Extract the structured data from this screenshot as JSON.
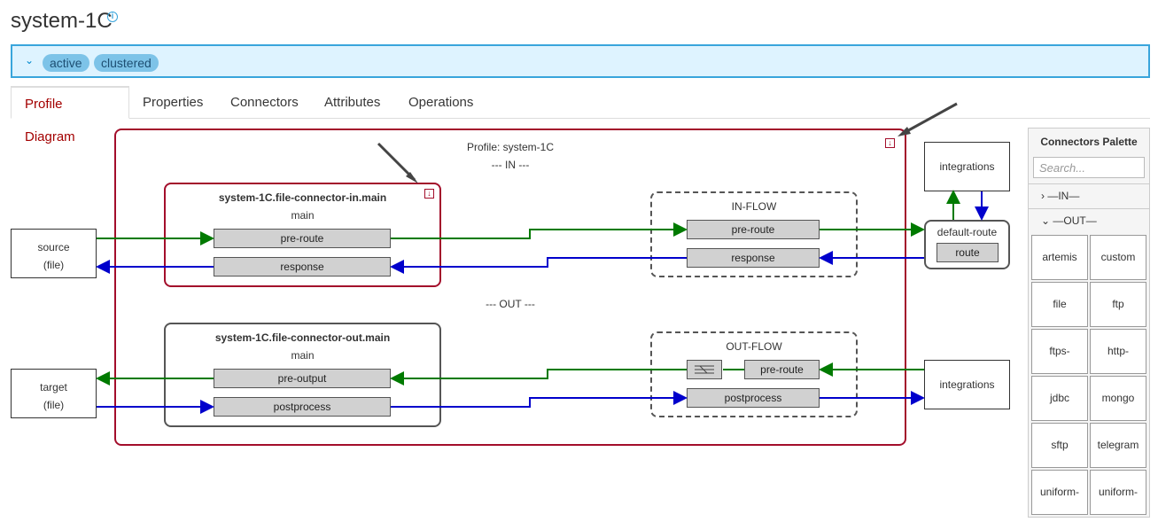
{
  "header": {
    "title": "system-1C",
    "info_icon": "info-circle-icon"
  },
  "status": {
    "toggle_icon": "chevron-down-icon",
    "badges": [
      "active",
      "clustered"
    ]
  },
  "tabs": [
    "Profile Diagram",
    "Properties",
    "Connectors",
    "Attributes",
    "Operations"
  ],
  "active_tab": "Profile Diagram",
  "diagram": {
    "profile_label": "Profile: system-1C",
    "in_label": "--- IN ---",
    "out_label": "--- OUT ---",
    "source": {
      "line1": "source",
      "line2": "(file)"
    },
    "target": {
      "line1": "target",
      "line2": "(file)"
    },
    "connector_in": {
      "title": "system-1C.file-connector-in.main",
      "subtitle": "main",
      "slots": [
        "pre-route",
        "response"
      ]
    },
    "connector_out": {
      "title": "system-1C.file-connector-out.main",
      "subtitle": "main",
      "slots": [
        "pre-output",
        "postprocess"
      ]
    },
    "in_flow": {
      "title": "IN-FLOW",
      "slots": [
        "pre-route",
        "response"
      ]
    },
    "out_flow": {
      "title": "OUT-FLOW",
      "slots": [
        "pre-route",
        "postprocess"
      ],
      "splitter_icon": "splitter-icon"
    },
    "integrations_top": "integrations",
    "integrations_bottom": "integrations",
    "default_route": {
      "title": "default-route",
      "slot": "route"
    },
    "colors": {
      "in_wire": "#007a00",
      "out_wire": "#0000cc",
      "profile_border": "#a30e2b"
    }
  },
  "palette": {
    "title": "Connectors Palette",
    "search_placeholder": "Search...",
    "sections": [
      "—IN—",
      "—OUT—"
    ],
    "section_icons": [
      "chevron-right-icon",
      "chevron-down-icon"
    ],
    "items": [
      "artemis",
      "custom",
      "file",
      "ftp",
      "ftps-",
      "http-",
      "jdbc",
      "mongo",
      "sftp",
      "telegram",
      "uniform-",
      "uniform-"
    ]
  }
}
